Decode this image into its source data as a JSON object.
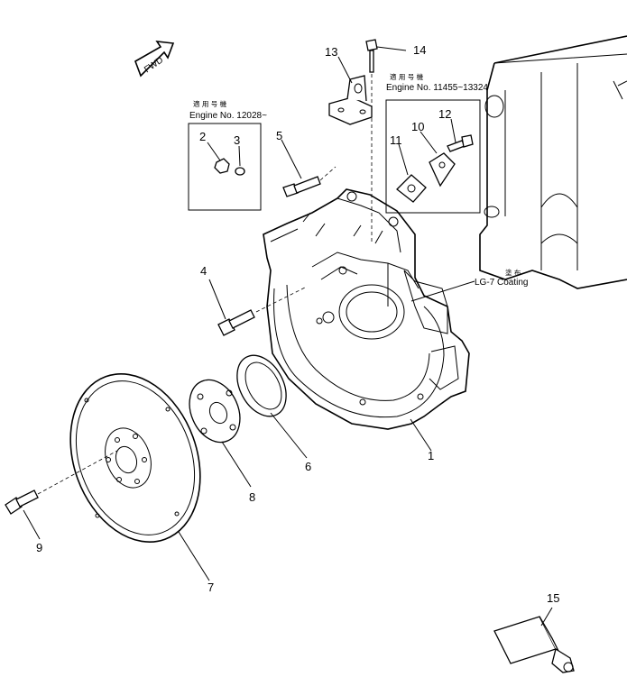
{
  "fwd_label": "FWD",
  "notes": {
    "left_box": {
      "jp": "適 用 号 機",
      "engine": "Engine No. 12028~"
    },
    "right_box": {
      "jp": "適 用 号 機",
      "engine": "Engine No. 11455~13324"
    },
    "coating": {
      "jp": "塗 布",
      "text": "LG-7 Coating"
    }
  },
  "callouts": [
    "1",
    "2",
    "3",
    "4",
    "5",
    "6",
    "7",
    "8",
    "9",
    "10",
    "11",
    "12",
    "13",
    "14",
    "15"
  ]
}
